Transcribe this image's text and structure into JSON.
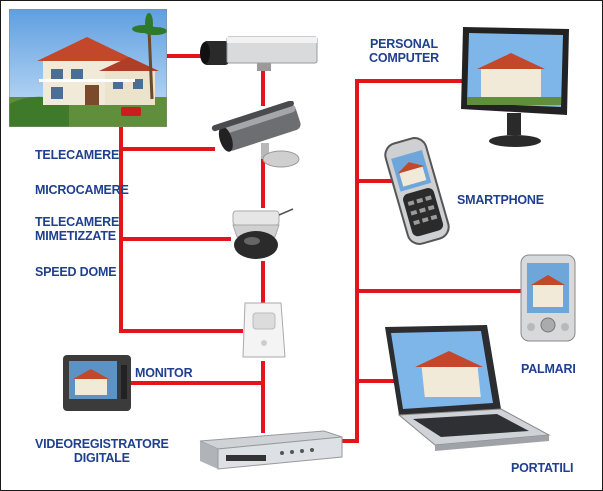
{
  "labels": {
    "personal_computer": [
      "PERSONAL",
      "COMPUTER"
    ],
    "smartphone": "SMARTPHONE",
    "palmari": "PALMARI",
    "portatili": "PORTATILI",
    "telecamere": "TELECAMERE",
    "microcamere": "MICROCAMERE",
    "telecamere_mimetizzate": [
      "TELECAMERE",
      "MIMETIZZATE"
    ],
    "speed_dome": "SPEED DOME",
    "monitor": "MONITOR",
    "videoregistratore": [
      "VIDEOREGISTRATORE",
      "DIGITALE"
    ]
  },
  "colors": {
    "wire": "#e3141b",
    "label": "#1f3f8f",
    "sky": "#7fb6ea",
    "house": "#f1ead8",
    "roof": "#c2472b"
  },
  "icons": [
    "house-photo",
    "box-camera-icon",
    "bullet-camera-icon",
    "dome-camera-icon",
    "pir-sensor-camera-icon",
    "crt-monitor-icon",
    "dvr-recorder-icon",
    "lcd-monitor-icon",
    "smartphone-icon",
    "pda-icon",
    "laptop-icon"
  ]
}
